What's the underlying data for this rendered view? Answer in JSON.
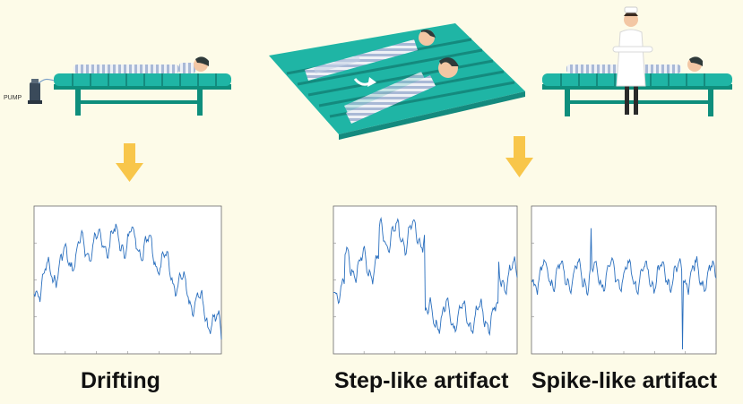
{
  "pump_label": "PUMP",
  "captions": {
    "drifting": "Drifting",
    "step": "Step-like artifact",
    "spike": "Spike-like artifact"
  },
  "colors": {
    "background": "#fdfbe8",
    "mattress": "#1fb5a5",
    "mattress_dark": "#148a7e",
    "frame": "#0e8e7c",
    "arrow": "#f8c64a",
    "signal": "#2a6fbe",
    "plot_border": "#6a6a6a"
  },
  "panels": [
    {
      "name": "drifting-plot",
      "artifact": "drift"
    },
    {
      "name": "step-like-plot",
      "artifact": "step"
    },
    {
      "name": "spike-like-plot",
      "artifact": "spike"
    }
  ]
}
